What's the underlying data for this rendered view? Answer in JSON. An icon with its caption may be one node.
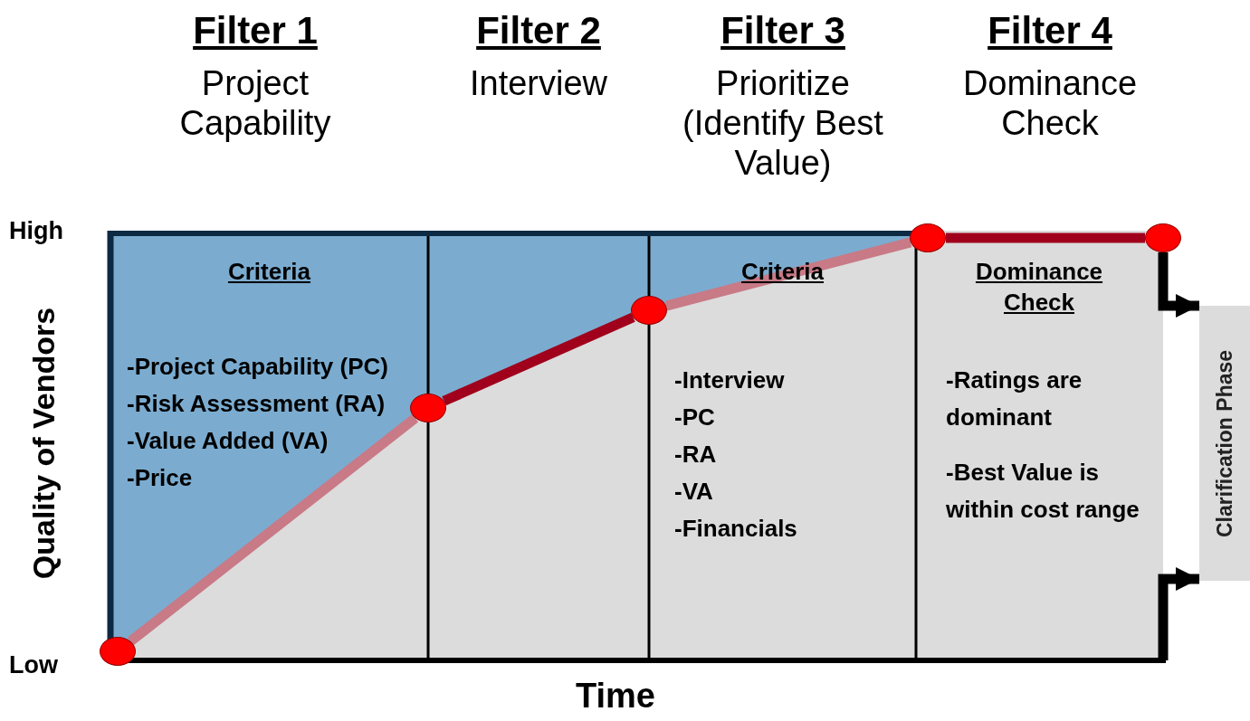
{
  "diagram": {
    "nodes": [
      {
        "text": [
          "Clarification Phase"
        ]
      },
      {
        "text": [],
        "shape": "circle"
      },
      {
        "text": [],
        "shape": "circle"
      },
      {
        "text": [],
        "shape": "circle"
      },
      {
        "text": [],
        "shape": "circle"
      },
      {
        "text": [],
        "shape": "circle"
      }
    ],
    "edges": [
      {
        "from": 1,
        "to": 2,
        "arrow": "none",
        "color": "#c87a86"
      },
      {
        "from": 2,
        "to": 3,
        "arrow": "none",
        "color": "#a0001c"
      },
      {
        "from": 3,
        "to": 4,
        "arrow": "none",
        "color": "#c87a86"
      },
      {
        "from": 4,
        "to": 5,
        "arrow": "none",
        "color": "#a0001c"
      },
      {
        "from": 5,
        "to": 0,
        "arrow": "to",
        "color": "#000000"
      },
      {
        "from": null,
        "to": 0,
        "arrow": "to",
        "color": "#000000"
      }
    ],
    "labels": [
      "Filter 1",
      "Project Capability",
      "Filter 2",
      "Interview",
      "Filter 3",
      "Prioritize (Identify Best Value)",
      "Filter 4",
      "Dominance Check",
      "High",
      "Criteria",
      "Criteria",
      "Dominance Check",
      "Quality of Vendors",
      "-Project Capability (PC)",
      "-Risk Assessment (RA)",
      "-Value Added (VA)",
      "-Price",
      "-Interview",
      "-PC",
      "-RA",
      "-VA",
      "-Financials",
      "-Ratings are dominant",
      "-Best Value is within cost range",
      "Low",
      "Time"
    ]
  }
}
